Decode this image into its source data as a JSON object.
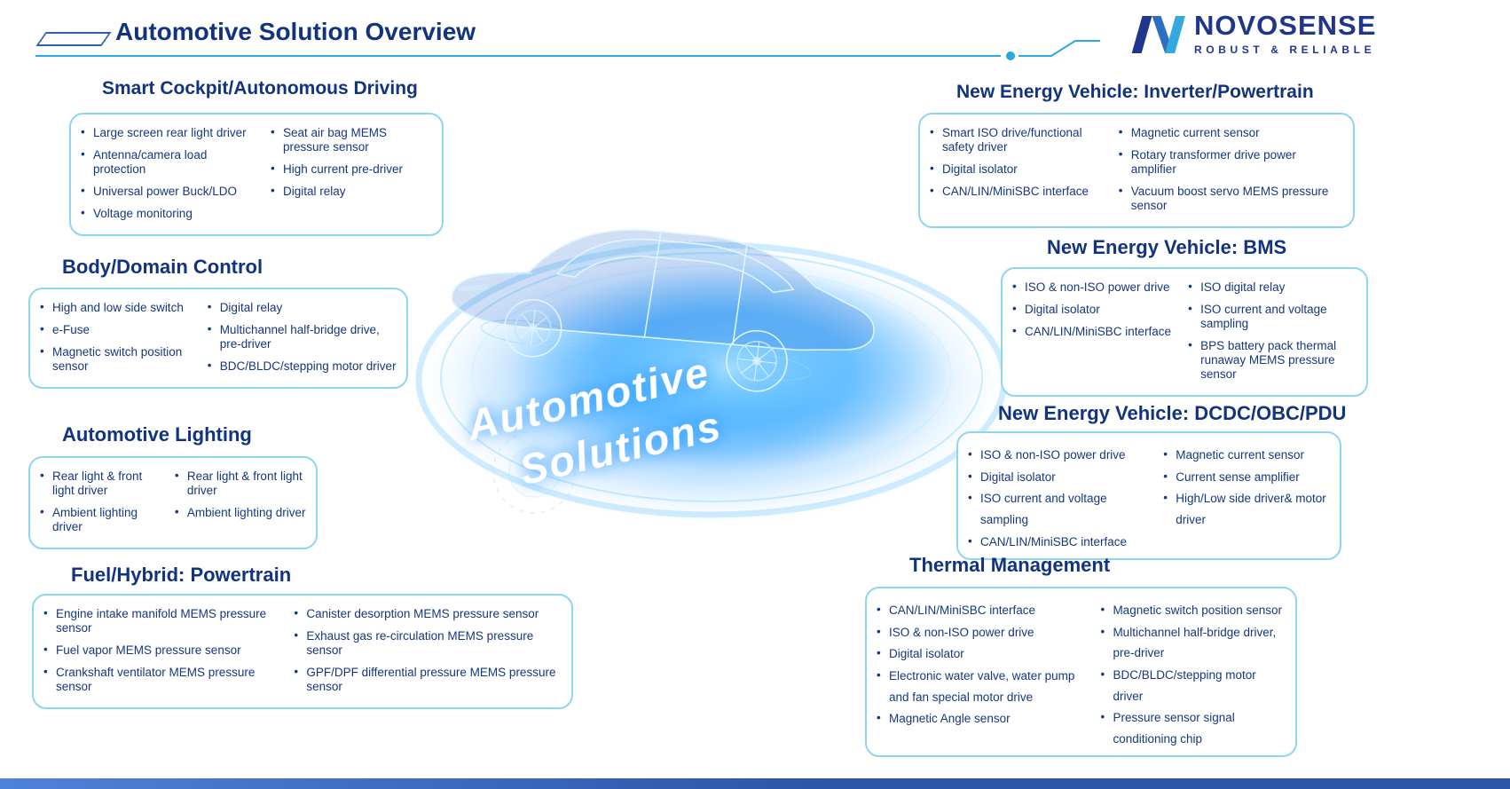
{
  "header": {
    "title": "Automotive Solution Overview"
  },
  "logo": {
    "name": "NOVOSENSE",
    "tagline": "ROBUST & RELIABLE"
  },
  "watermark": {
    "line1": "Automotive",
    "line2": "Solutions"
  },
  "colors": {
    "heading_blue": "#12337d",
    "body_text_blue": "#15377f",
    "box_border_blue": "#8ed5f2",
    "accent_line_blue": "#29a9e0",
    "logo_dark_blue": "#20368b",
    "glow_blue": "#1e90ff",
    "bottom_bar_blue": "#2b55a8"
  },
  "sections": [
    {
      "id": "smart-cockpit",
      "title": "Smart Cockpit/Autonomous Driving",
      "col1": [
        "Large screen rear light driver",
        "Antenna/camera load protection",
        "Universal power Buck/LDO",
        "Voltage monitoring"
      ],
      "col2": [
        "Seat air bag MEMS pressure sensor",
        "High current pre-driver",
        "Digital relay"
      ]
    },
    {
      "id": "body-domain-control",
      "title": "Body/Domain Control",
      "col1": [
        "High and low side switch",
        "e-Fuse",
        "Magnetic switch position sensor"
      ],
      "col2": [
        "Digital relay",
        "Multichannel half-bridge drive, pre-driver",
        "BDC/BLDC/stepping motor driver"
      ]
    },
    {
      "id": "automotive-lighting",
      "title": "Automotive Lighting",
      "col1": [
        "Rear light & front light driver",
        "Ambient lighting driver"
      ],
      "col2": [
        "Rear light & front light driver",
        "Ambient lighting driver"
      ]
    },
    {
      "id": "fuel-hybrid-powertrain",
      "title": "Fuel/Hybrid: Powertrain",
      "col1": [
        "Engine intake manifold MEMS pressure sensor",
        "Fuel vapor MEMS pressure sensor",
        "Crankshaft ventilator MEMS pressure sensor"
      ],
      "col2": [
        "Canister desorption MEMS pressure sensor",
        "Exhaust gas re-circulation MEMS pressure sensor",
        "GPF/DPF differential pressure MEMS pressure sensor"
      ]
    },
    {
      "id": "nev-inverter-powertrain",
      "title": "New Energy Vehicle: Inverter/Powertrain",
      "col1": [
        "Smart ISO drive/functional safety driver",
        "Digital isolator",
        "CAN/LIN/MiniSBC interface"
      ],
      "col2": [
        "Magnetic current sensor",
        "Rotary transformer drive power amplifier",
        "Vacuum boost servo MEMS pressure sensor"
      ]
    },
    {
      "id": "nev-bms",
      "title": "New Energy Vehicle: BMS",
      "col1": [
        "ISO & non-ISO power drive",
        "Digital isolator",
        "CAN/LIN/MiniSBC interface"
      ],
      "col2": [
        "ISO digital relay",
        "ISO current and voltage sampling",
        "BPS battery pack thermal runaway MEMS pressure sensor"
      ]
    },
    {
      "id": "nev-dcdc-obc-pdu",
      "title": "New Energy Vehicle: DCDC/OBC/PDU",
      "col1": [
        "ISO & non-ISO power drive",
        "Digital isolator",
        "ISO current and voltage sampling",
        "CAN/LIN/MiniSBC interface"
      ],
      "col2": [
        "Magnetic current sensor",
        "Current sense amplifier",
        "High/Low side driver& motor driver"
      ]
    },
    {
      "id": "thermal-management",
      "title": "Thermal Management",
      "col1": [
        "CAN/LIN/MiniSBC interface",
        "ISO & non-ISO power drive",
        "Digital isolator",
        "Electronic water valve, water pump and fan special motor drive",
        "Magnetic Angle sensor"
      ],
      "col2": [
        "Magnetic switch position sensor",
        "Multichannel half-bridge driver, pre-driver",
        "BDC/BLDC/stepping motor driver",
        "Pressure sensor signal conditioning chip"
      ]
    }
  ]
}
